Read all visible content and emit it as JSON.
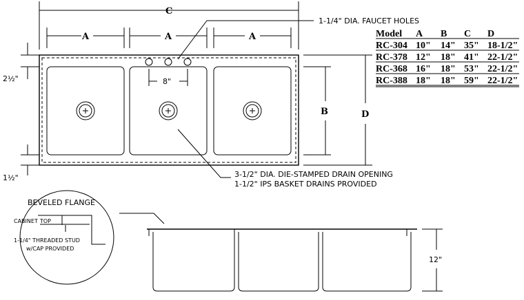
{
  "dimensions": {
    "A": "A",
    "B": "B",
    "C": "C",
    "D": "D",
    "flange_top": "2½\"",
    "flange_bottom": "1½\"",
    "faucet_spacing": "8\"",
    "depth": "12\""
  },
  "callouts": {
    "faucet_holes": "1-1/4\" DIA. FAUCET HOLES",
    "drain_line1": "3-1/2\" DIA. DIE-STAMPED DRAIN OPENING",
    "drain_line2": "1-1/2\" IPS BASKET DRAINS PROVIDED"
  },
  "detail": {
    "title": "BEVELED FLANGE",
    "cabinet": "CABINET",
    "top": "TOP",
    "stud_line1": "1-1/4\" THREADED STUD",
    "stud_line2": "w/CAP PROVIDED"
  },
  "table": {
    "headers": [
      "Model",
      "A",
      "B",
      "C",
      "D"
    ],
    "rows": [
      [
        "RC-304",
        "10\"",
        "14\"",
        "35\"",
        "18-1/2\""
      ],
      [
        "RC-378",
        "12\"",
        "18\"",
        "41\"",
        "22-1/2\""
      ],
      [
        "RC-368",
        "16\"",
        "18\"",
        "53\"",
        "22-1/2\""
      ],
      [
        "RC-388",
        "18\"",
        "18\"",
        "59\"",
        "22-1/2\""
      ]
    ]
  }
}
